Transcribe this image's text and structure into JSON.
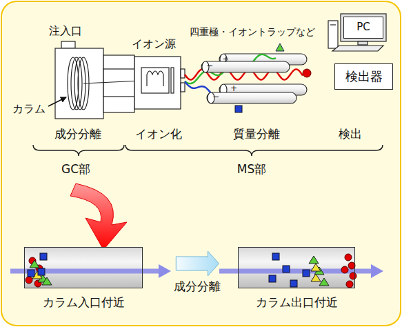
{
  "diagram": {
    "nodes": [
      {
        "text": [
          "検出器"
        ]
      },
      {
        "text": [
          "PC"
        ]
      },
      {
        "text": [
          "カラム入口付近"
        ]
      },
      {
        "text": [
          "カラム出口付近"
        ]
      }
    ],
    "edges": [
      {
        "from": 2,
        "to": 3,
        "label": "成分分離",
        "arrow": "to"
      }
    ],
    "labels": [
      "注入口",
      "イオン源",
      "四重極・イオントラップなど",
      "カラム",
      "+",
      "−",
      "+",
      "−",
      "成分分離",
      "イオン化",
      "質量分離",
      "検出",
      "GC部",
      "MS部"
    ]
  }
}
